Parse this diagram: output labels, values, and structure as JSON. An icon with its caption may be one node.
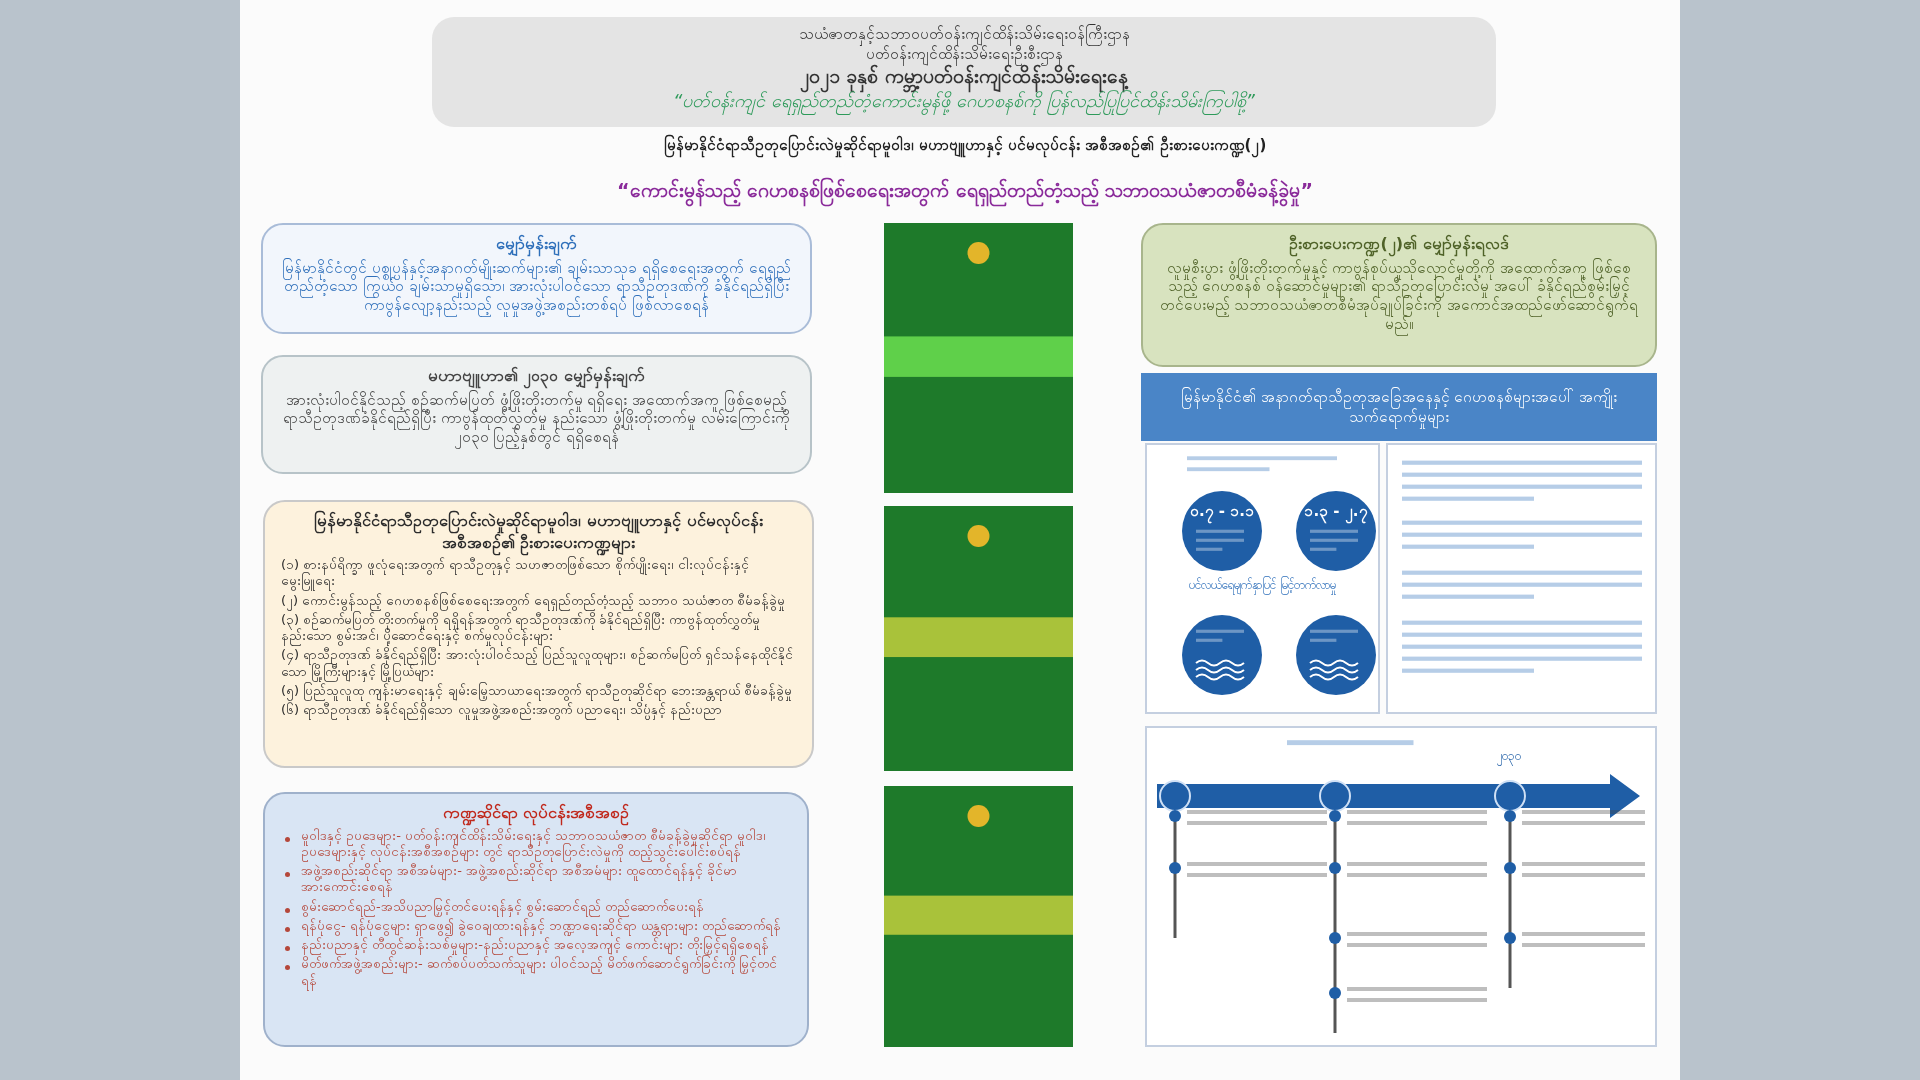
{
  "diagram": {
    "nodes": [
      {
        "text": [
          "သယံဇာတနှင့်သဘာဝပတ်ဝန်းကျင်ထိန်းသိမ်းရေးဝန်ကြီးဌာန",
          "ပတ်ဝန်းကျင်ထိန်းသိမ်းရေးဦးစီးဌာန",
          "၂၀၂၁ ခုနှစ် ကမ္ဘာ့ပတ်ဝန်းကျင်ထိန်းသိမ်းရေးနေ့",
          "“ပတ်ဝန်းကျင် ရေရှည်တည်တံ့ကောင်းမွန်ဖို့ ဂေဟစနစ်ကို ပြန်လည်ပြုပြင်ထိန်းသိမ်းကြပါစို့”"
        ]
      },
      {
        "text": [
          "မျှော်မှန်းချက်",
          "မြန်မာနိုင်ငံတွင် ပစ္စုပ္ပန်နှင့်အနာဂတ်မျိုးဆက်များ၏ ချမ်းသာသုခ ရရှိစေရေးအတွက် ရေရှည်တည်တံ့သော ကြွယ်ဝ ချမ်းသာမှုရှိသော၊ အားလုံးပါဝင်သော ရာသီဥတုဒဏ်ကို ခံနိုင်ရည်ရှိပြီး ကာဗွန်လျော့နည်းသည့် လူမှုအဖွဲ့အစည်းတစ်ရပ် ဖြစ်လာစေရန်"
        ]
      },
      {
        "text": [
          "မဟာဗျူဟာ၏ ၂၀၃၀ မျှော်မှန်းချက်",
          "အားလုံးပါဝင်နိုင်သည့် စဉ်ဆက်မပြတ် ဖွံ့ဖြိုးတိုးတက်မှု ရရှိရေး အထောက်အကူ ဖြစ်စေမည့် ရာသီဥတုဒဏ်ခံနိုင်ရည်ရှိပြီး ကာဗွန်ထုတ်လွှတ်မှု နည်းသော ဖွံ့ဖြိုးတိုးတက်မှု လမ်းကြောင်းကို ၂၀၃၀ ပြည့်နှစ်တွင် ရရှိစေရန်"
        ]
      },
      {
        "text": [
          "မြန်မာနိုင်ငံရာသီဥတုပြောင်းလဲမှုဆိုင်ရာမူဝါဒ၊ မဟာဗျူဟာနှင့် ပင်မလုပ်ငန်းအစီအစဉ်၏ ဦးစားပေးကဏ္ဍများ",
          "(၁) စားနပ်ရိက္ခာ ဖူလုံရေးအတွက် ရာသီဥတုနှင့် သဟဇာတဖြစ်သော စိုက်ပျိုးရေး၊ ငါးလုပ်ငန်းနှင့် မွေးမြူရေး",
          "(၂) ကောင်းမွန်သည့် ဂေဟစနစ်ဖြစ်စေရေးအတွက် ရေရှည်တည်တံ့သည့် သဘာဝ သယံဇာတ စီမံခန့်ခွဲမှု",
          "(၃) စဉ်ဆက်မပြတ် တိုးတက်မှုကို ရရှိရန်အတွက် ရာသီဥတုဒဏ်ကို ခံနိုင်ရည်ရှိပြီး ကာဗွန်ထုတ်လွှတ်မှုနည်းသော စွမ်းအင်၊ ပို့ဆောင်ရေးနှင့် စက်မှုလုပ်ငန်းများ",
          "(၄) ရာသီဥတုဒဏ် ခံနိုင်ရည်ရှိပြီး အားလုံးပါဝင်သည့် ပြည်သူလူထုများ၊ စဉ်ဆက်မပြတ် ရှင်သန်နေထိုင်နိုင်သော မြို့ကြီးများနှင့် မြို့ပြယ်များ",
          "(၅) ပြည်သူလူထု ကျန်းမာရေးနှင့် ချမ်းမြေ့သာယာရေးအတွက် ရာသီဥတုဆိုင်ရာ ဘေးအန္တရာယ် စီမံခန့်ခွဲမှု",
          "(၆) ရာသီဥတုဒဏ် ခံနိုင်ရည်ရှိသော လူမှုအဖွဲ့အစည်းအတွက် ပညာရေး၊ သိပ္ပံနှင့် နည်းပညာ"
        ]
      },
      {
        "text": [
          "ကဏ္ဍဆိုင်ရာ လုပ်ငန်းအစီအစဉ်",
          "မူဝါဒနှင့် ဥပဒေများ- ပတ်ဝန်းကျင်ထိန်းသိမ်းရေးနှင့် သဘာဝသယံဇာတ စီမံခန့်ခွဲမှုဆိုင်ရာ မူဝါဒ၊ ဥပဒေများနှင့် လုပ်ငန်းအစီအစဉ်များ တွင် ရာသီဥတုပြောင်းလဲမှုကို ထည့်သွင်းပေါင်းစပ်ရန်",
          "အဖွဲ့အစည်းဆိုင်ရာ အစီအမံများ- အဖွဲ့အစည်းဆိုင်ရာ အစီအမံများ ထူထောင်ရန်နှင့် ခိုင်မာအားကောင်းစေရန်",
          "စွမ်းဆောင်ရည်-အသိပညာမြှင့်တင်ပေးရန်နှင့် စွမ်းဆောင်ရည် တည်ဆောက်ပေးရန်",
          "ရန်ပုံငွေ- ရန်ပုံငွေများ ရှာဖွေ၍ ခွဲဝေချထားရန်နှင့် ဘဏ္ဍာရေးဆိုင်ရာ ယန္တရားများ တည်ဆောက်ရန်",
          "နည်းပညာနှင့် တီထွင်ဆန်းသစ်မှုများ-နည်းပညာနှင့် အလေ့အကျင့် ကောင်းများ တိုးမြှင့်ရရှိစေရန်",
          "မိတ်ဖက်အဖွဲ့အစည်းများ- ဆက်စပ်ပတ်သက်သူများ ပါဝင်သည့် မိတ်ဖက်ဆောင်ရွက်ခြင်းကို မြှင့်တင်ရန်"
        ]
      },
      {
        "text": [
          "ဦးစားပေးကဏ္ဍ(၂)၏ မျှော်မှန်းရလဒ်",
          "လူမှုစီးပွား ဖွံ့ဖြိုးတိုးတက်မှုနှင့် ကာဗွန်စုပ်ယူသိုလှောင်မှုတို့ကို အထောက်အကူ ဖြစ်စေသည့် ဂေဟစနစ် ဝန်ဆောင်မှုများ၏ ရာသီဥတုပြောင်းလဲမှု အပေါ် ခံနိုင်ရည်စွမ်းမြှင့်တင်ပေးမည့် သဘာဝသယံဇာတစီမံအုပ်ချုပ်ခြင်းကို အကောင်အထည်ဖော်ဆောင်ရွက်ရမည်။"
        ]
      },
      {
        "text": [
          "မြန်မာနိုင်ငံ၏ အနာဂတ်ရာသီဥတုအခြေအနေနှင့် ဂေဟစနစ်များအပေါ် အကျိုးသက်ရောက်မှုများ"
        ]
      },
      {
        "text": [],
        "shape": "box"
      },
      {
        "text": [
          "၀.၇ - ၁.၁"
        ],
        "in": 7
      },
      {
        "text": [
          "၁.၃ - ၂.၇"
        ],
        "in": 7
      },
      {
        "text": [],
        "shape": "circle",
        "in": 7
      },
      {
        "text": [],
        "shape": "circle",
        "in": 7
      },
      {
        "text": [],
        "shape": "box"
      },
      {
        "text": [],
        "shape": "box"
      },
      {
        "text": [],
        "shape": "picture"
      },
      {
        "text": [],
        "shape": "picture"
      },
      {
        "text": [],
        "shape": "picture"
      }
    ],
    "labels": [
      "မြန်မာနိုင်ငံရာသီဥတုပြောင်းလဲမှုဆိုင်ရာမူဝါဒ၊ မဟာဗျူဟာနှင့် ပင်မလုပ်ငန်း အစီအစဉ်၏ ဦးစားပေးကဏ္ဍ(၂)",
      "“ကောင်းမွန်သည့် ဂေဟစနစ်ဖြစ်စေရေးအတွက် ရေရှည်တည်တံ့သည့် သဘာဝသယံဇာတစီမံခန့်ခွဲမှု”",
      "ပင်လယ်ရေမျက်နှာပြင် မြင့်တက်လာမှု",
      "၂၀၃၀"
    ]
  }
}
